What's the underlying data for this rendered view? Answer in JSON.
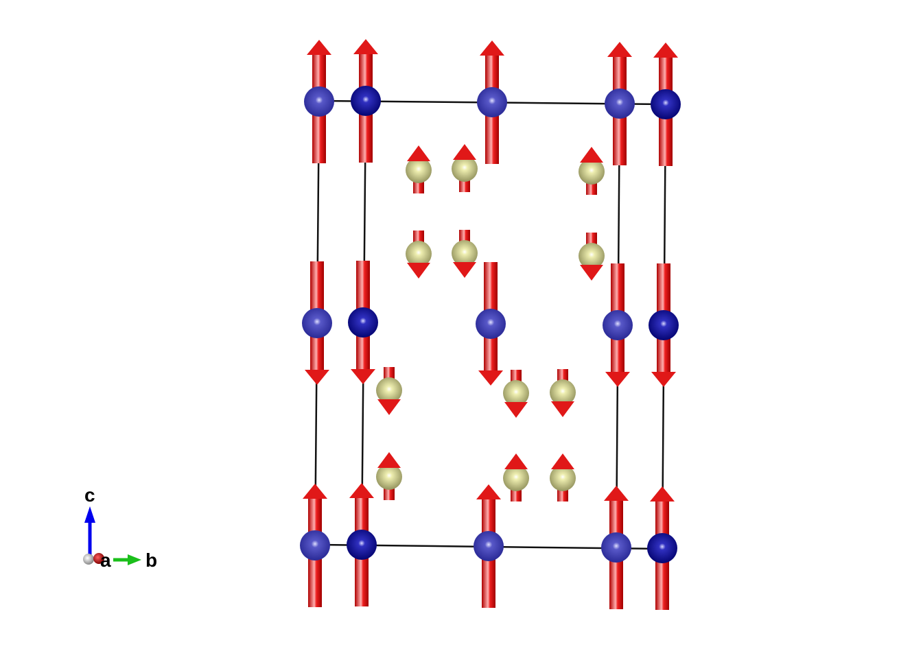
{
  "axes": {
    "a": "a",
    "b": "b",
    "c": "c"
  },
  "colors": {
    "spin_arrow": "#e01818",
    "atom_large_dark": "#00008b",
    "atom_large_light": "#3b3bb0",
    "atom_small": "#c8c88a",
    "cell_edge": "#111111",
    "axis_a": "#c00000",
    "axis_b": "#1bbf1b",
    "axis_c": "#0000ee"
  },
  "structure": {
    "large_atom_rows": [
      {
        "spin": "up"
      },
      {
        "spin": "down"
      },
      {
        "spin": "up"
      }
    ],
    "small_atom_rows": [
      {
        "spin": "up"
      },
      {
        "spin": "down"
      },
      {
        "spin": "down"
      },
      {
        "spin": "up"
      }
    ]
  }
}
